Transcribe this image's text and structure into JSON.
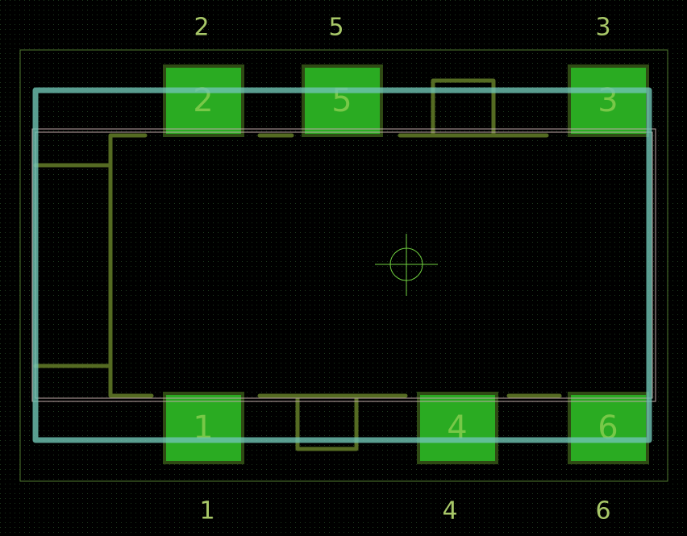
{
  "colors": {
    "background": "#000000",
    "grid_dot": "#1e3a1e",
    "courtyard": "#4f7a2f",
    "pad_fill": "#2aab22",
    "pad_border": "#2f4a14",
    "pad_label": "#78c848",
    "pin_label": "#a8c868",
    "body_outline": "#bfa8a8",
    "silkscreen": "#6fc4b4",
    "fab_layer": "#556b22",
    "anchor": "#6fcf3f"
  },
  "pin_labels": {
    "top": [
      "2",
      "5",
      "3"
    ],
    "bottom": [
      "1",
      "4",
      "6"
    ]
  },
  "pads": [
    "2",
    "5",
    "3",
    "1",
    "4",
    "6"
  ]
}
